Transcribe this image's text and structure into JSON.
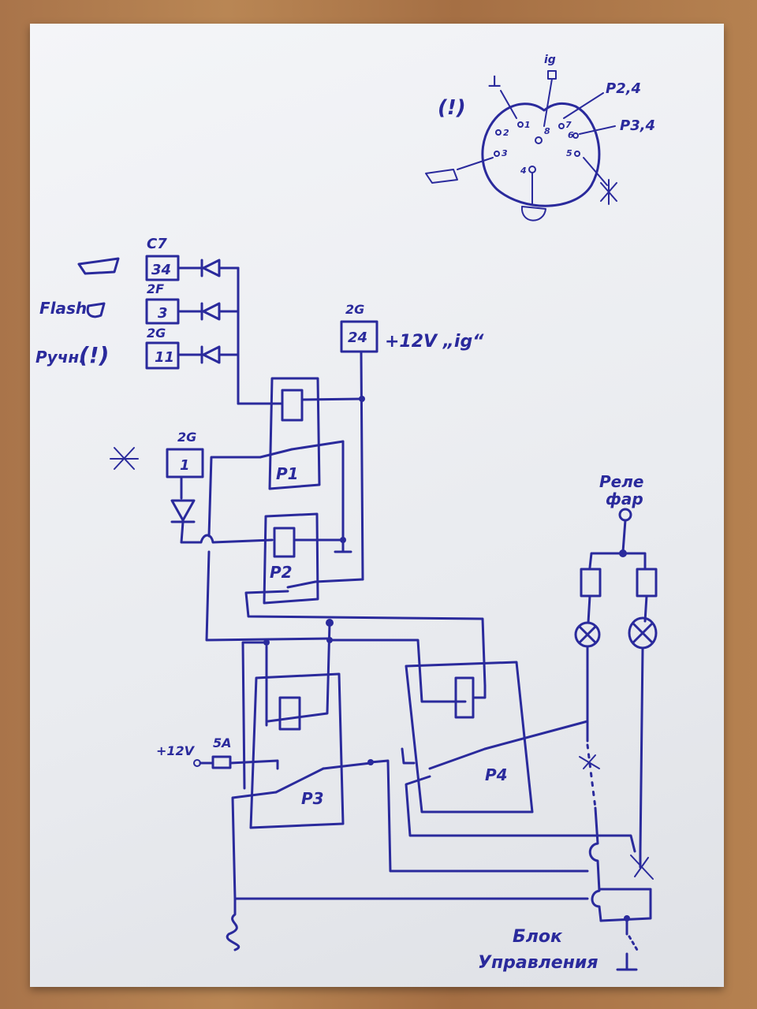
{
  "connector": {
    "warning_symbol": "(!)",
    "pins": [
      "1",
      "2",
      "3",
      "4",
      "5",
      "6",
      "7",
      "8"
    ],
    "labels": {
      "ground": "⊥",
      "ig": "ig",
      "p24": "P2,4",
      "p34": "P3,4"
    }
  },
  "inputs": [
    {
      "connector": "C7",
      "pin": "34",
      "label": "",
      "icon": "oil-can-icon"
    },
    {
      "connector": "2F",
      "pin": "3",
      "label": "Flash",
      "icon": "headlight-icon"
    },
    {
      "connector": "2G",
      "pin": "11",
      "label": "Pучн.",
      "icon": "warning-icon",
      "symbol": "(!)"
    }
  ],
  "ignition": {
    "connector": "2G",
    "pin": "24",
    "label": "+12V „ig“"
  },
  "lamp_output": {
    "connector": "2G",
    "pin": "1"
  },
  "supply": {
    "voltage": "+12V",
    "fuse": "5A"
  },
  "relays": [
    "P1",
    "P2",
    "P3",
    "P4"
  ],
  "headlight_relay": {
    "label_line1": "Реле",
    "label_line2": "фар"
  },
  "control_unit": {
    "label_line1": "Блок",
    "label_line2": "Управления"
  },
  "colors": {
    "ink": "#2a2a9c",
    "paper": "#eef0f3"
  }
}
